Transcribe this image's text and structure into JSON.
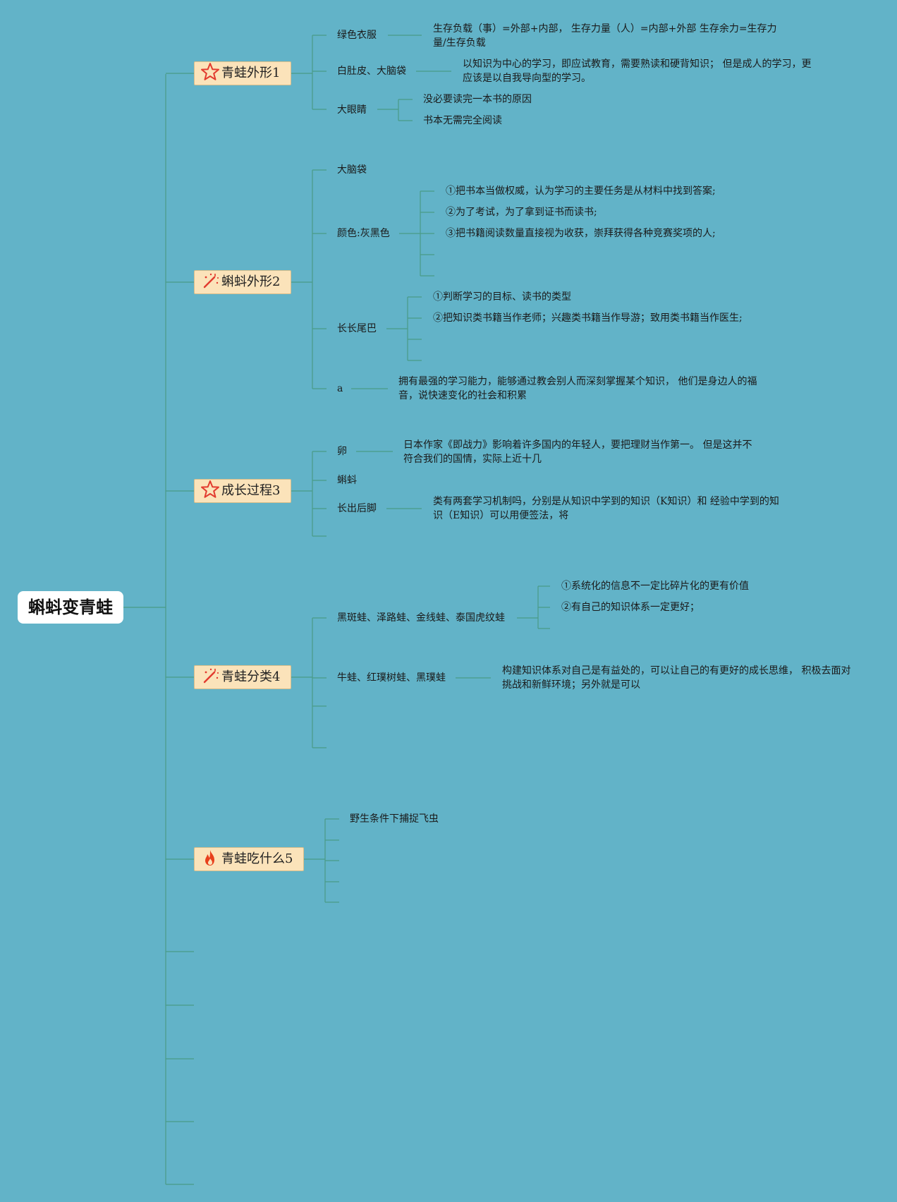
{
  "root": {
    "title": "蝌蚪变青蛙"
  },
  "branches": [
    {
      "label": "青蛙外形1",
      "icon": "star-icon",
      "icon_color": "#e23a2e",
      "children": [
        {
          "label": "绿色衣服",
          "leaves": [
            "生存负载（事）=外部+内部， 生存力量（人）=内部+外部 生存余力=生存力量/生存负载"
          ]
        },
        {
          "label": "白肚皮、大脑袋",
          "leaves": [
            "以知识为中心的学习，即应试教育，需要熟读和硬背知识； 但是成人的学习，更应该是以自我导向型的学习。"
          ]
        },
        {
          "label": "大眼睛",
          "leaves": [
            "没必要读完一本书的原因",
            "书本无需完全阅读"
          ]
        }
      ]
    },
    {
      "label": "蝌蚪外形2",
      "icon": "magic-wand-icon",
      "icon_color": "#e23a2e",
      "children": [
        {
          "label": "大脑袋",
          "leaves": []
        },
        {
          "label": "颜色:灰黑色",
          "leaves": [
            "①把书本当做权威，认为学习的主要任务是从材料中找到答案;",
            "②为了考试，为了拿到证书而读书;",
            "③把书籍阅读数量直接视为收获，崇拜获得各种竞赛奖项的人;",
            "",
            ""
          ]
        },
        {
          "label": "长长尾巴",
          "leaves": [
            "①判断学习的目标、读书的类型",
            "②把知识类书籍当作老师；兴趣类书籍当作导游；致用类书籍当作医生;",
            "",
            ""
          ]
        },
        {
          "label": "a",
          "leaves": [
            "拥有最强的学习能力，能够通过教会别人而深刻掌握某个知识， 他们是身边人的福音，说快速变化的社会和积累"
          ]
        }
      ]
    },
    {
      "label": "成长过程3",
      "icon": "star-icon",
      "icon_color": "#e23a2e",
      "children": [
        {
          "label": "卵",
          "leaves": [
            "日本作家《即战力》影响着许多国内的年轻人，要把理财当作第一。 但是这并不符合我们的国情，实际上近十几"
          ]
        },
        {
          "label": "蝌蚪",
          "leaves": []
        },
        {
          "label": "长出后脚",
          "leaves": [
            "类有两套学习机制吗，分别是从知识中学到的知识（K知识）和 经验中学到的知识（E知识）可以用便签法，将"
          ]
        },
        {
          "label": "",
          "leaves": []
        }
      ]
    },
    {
      "label": "青蛙分类4",
      "icon": "magic-wand-icon",
      "icon_color": "#e23a2e",
      "children": [
        {
          "label": "黑斑蛙、泽路蛙、金线蛙、泰国虎纹蛙",
          "leaves": [
            "①系统化的信息不一定比碎片化的更有价值",
            "②有自己的知识体系一定更好；",
            ""
          ]
        },
        {
          "label": "牛蛙、红璞树蛙、黑璞蛙",
          "leaves": [
            "构建知识体系对自己是有益处的，可以让自己的有更好的成长思维， 积极去面对挑战和新鲜环境；另外就是可以"
          ]
        },
        {
          "label": "",
          "leaves": []
        },
        {
          "label": "",
          "leaves": []
        }
      ]
    },
    {
      "label": "青蛙吃什么5",
      "icon": "fire-icon",
      "icon_color": "#e8401c",
      "children": [
        {
          "label": "野生条件下捕捉飞虫",
          "leaves": []
        },
        {
          "label": "",
          "leaves": []
        },
        {
          "label": "",
          "leaves": []
        },
        {
          "label": "",
          "leaves": []
        },
        {
          "label": "",
          "leaves": []
        }
      ]
    }
  ],
  "empty_branch_count": 5,
  "colors": {
    "background": "#62b3c8",
    "connector": "#4a9a86",
    "branch_fill": "#fbe3ba",
    "root_fill": "#ffffff"
  }
}
